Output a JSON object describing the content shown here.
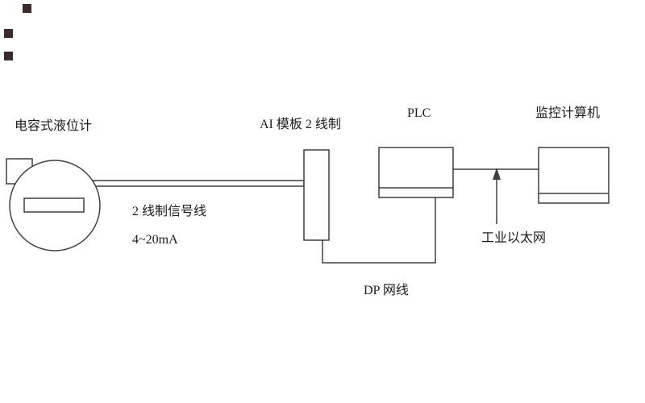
{
  "diagram": {
    "colors": {
      "line": "#3f3f3f",
      "text": "#1c1c1c",
      "mark": "#3d2b2b",
      "background": "#ffffff"
    },
    "labels": {
      "level_gauge": "电容式液位计",
      "ai_module": "AI 模板 2 线制",
      "plc": "PLC",
      "monitor_computer": "监控计算机",
      "signal_line": "2 线制信号线",
      "current_range": "4~20mA",
      "industrial_ethernet": "工业以太网",
      "dp_cable": "DP 网线"
    }
  }
}
